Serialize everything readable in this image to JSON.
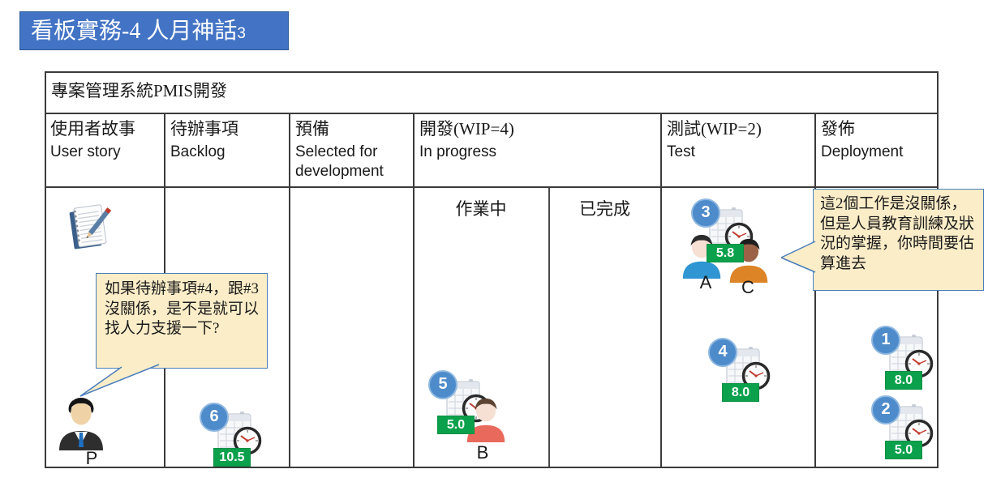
{
  "title": {
    "main": "看板實務-4 人月神話",
    "sub": "3"
  },
  "board": {
    "project_title": "專案管理系統PMIS開發",
    "columns": [
      {
        "zh": "使用者故事",
        "en": "User story"
      },
      {
        "zh": "待辦事項",
        "en": "Backlog"
      },
      {
        "zh": "預備",
        "en": "Selected for development"
      },
      {
        "zh": "開發(WIP=4)",
        "en": "In progress"
      },
      {
        "zh": "測試(WIP=2)",
        "en": "Test"
      },
      {
        "zh": "發佈",
        "en": "Deployment"
      }
    ],
    "sub_columns": {
      "working": "作業中",
      "done": "已完成"
    }
  },
  "bubbles": {
    "left": "如果待辦事項#4，跟#3沒關係，是不是就可以找人力支援一下?",
    "right": "這2個工作是沒關係，但是人員教育訓練及狀況的掌握，你時間要估算進去"
  },
  "tasks": [
    {
      "id": "1",
      "hours": "8.0",
      "column": "deployment"
    },
    {
      "id": "2",
      "hours": "5.0",
      "column": "deployment"
    },
    {
      "id": "3",
      "hours": "5.8",
      "column": "test"
    },
    {
      "id": "4",
      "hours": "8.0",
      "column": "test"
    },
    {
      "id": "5",
      "hours": "5.0",
      "column": "in-progress-working"
    },
    {
      "id": "6",
      "hours": "10.5",
      "column": "backlog"
    }
  ],
  "people": [
    {
      "label": "A"
    },
    {
      "label": "B"
    },
    {
      "label": "C"
    },
    {
      "label": "P"
    }
  ],
  "icons": {
    "user_story": "notepad-pencil-icon",
    "task_time": "calendar-clock-icon",
    "person": "person-bust-icon"
  },
  "colors": {
    "title_bg": "#4273C4",
    "title_border": "#2E5B97",
    "circle_blue": "#4E8BCB",
    "badge_green": "#0BA14C",
    "bubble_fill": "#FBEDC8",
    "bubble_border": "#4A7EBB",
    "table_line": "#3B3B3B"
  }
}
